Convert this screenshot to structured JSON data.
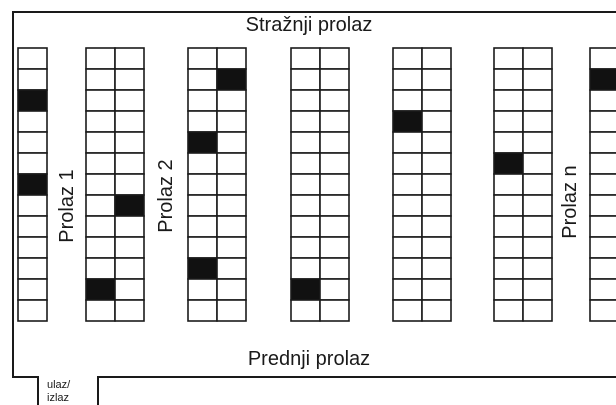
{
  "labels": {
    "back_aisle": "Stražnji prolaz",
    "front_aisle": "Prednji prolaz",
    "entrance_line1": "ulaz/",
    "entrance_line2": "izlaz"
  },
  "aisles": [
    {
      "label": "Prolaz 1"
    },
    {
      "label": "Prolaz 2"
    },
    {
      "label": "Prolaz n"
    }
  ],
  "shelving": {
    "rows_per_unit": 13,
    "units": [
      {
        "columns": 1,
        "filled": [
          [
            2,
            0
          ],
          [
            6,
            0
          ]
        ]
      },
      {
        "columns": 2,
        "filled": [
          [
            7,
            1
          ],
          [
            11,
            0
          ]
        ]
      },
      {
        "columns": 2,
        "filled": [
          [
            1,
            1
          ],
          [
            4,
            0
          ],
          [
            10,
            0
          ]
        ]
      },
      {
        "columns": 2,
        "filled": [
          [
            11,
            0
          ]
        ]
      },
      {
        "columns": 2,
        "filled": [
          [
            3,
            0
          ]
        ]
      },
      {
        "columns": 2,
        "filled": [
          [
            5,
            0
          ]
        ]
      },
      {
        "columns": 1,
        "filled": [
          [
            1,
            0
          ]
        ]
      }
    ]
  },
  "colors": {
    "line": "#1a1a1a",
    "filled": "#111111",
    "empty": "#ffffff"
  }
}
